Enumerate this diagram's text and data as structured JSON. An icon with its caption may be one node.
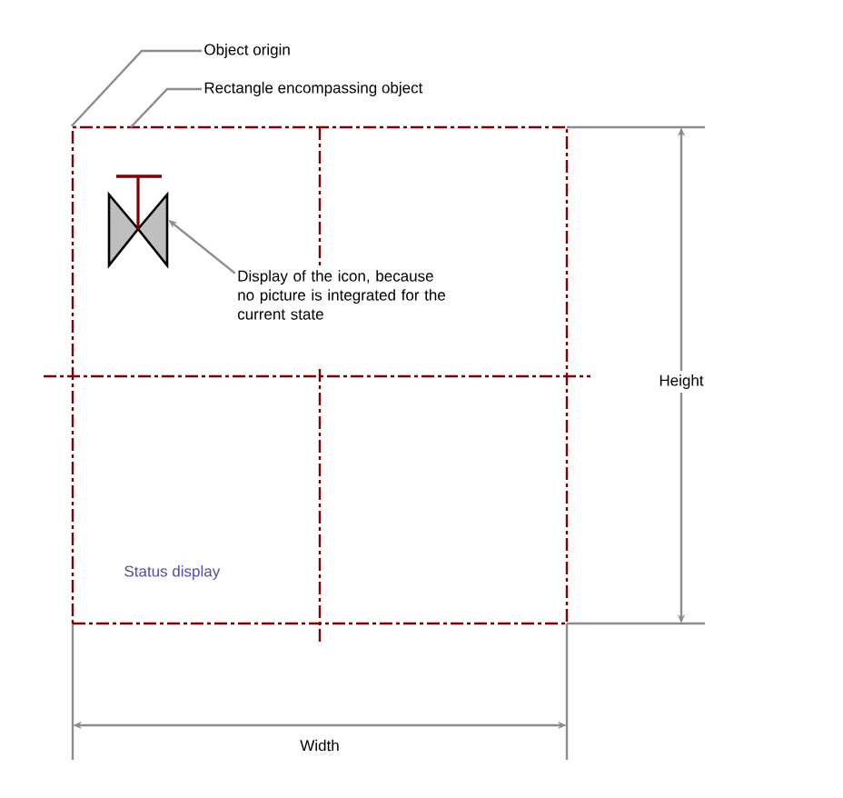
{
  "diagram": {
    "nodes": [
      {
        "text": [
          "Object origin"
        ]
      },
      {
        "text": [
          "Rectangle encompassing object"
        ]
      },
      {
        "text": [
          "Status display"
        ]
      },
      {
        "text": [],
        "shape": "picture",
        "in": 2
      },
      {
        "text": [
          "Display of the icon, because no picture is integrated for the current state"
        ],
        "in": 2
      }
    ],
    "edges": [
      {
        "from": 0,
        "to": 2,
        "arrow": "none"
      },
      {
        "from": 1,
        "to": 2,
        "arrow": "none"
      },
      {
        "from": 4,
        "to": 3,
        "arrow": "to"
      }
    ],
    "labels": [
      "Height",
      "Width"
    ]
  }
}
